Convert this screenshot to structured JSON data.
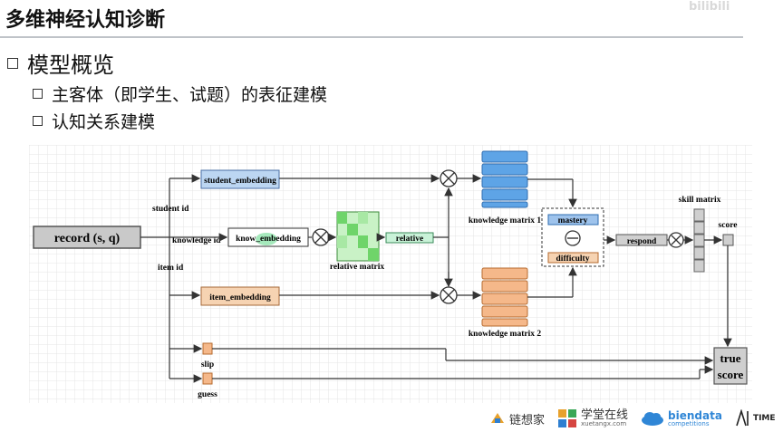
{
  "slide": {
    "title": "多维神经认知诊断",
    "bullet_main": "模型概览",
    "bullet_sub1": "主客体（即学生、试题）的表征建模",
    "bullet_sub2": "认知关系建模"
  },
  "diagram": {
    "record": "record (s, q)",
    "student_id": "student id",
    "knowledge_id": "knowledge id",
    "item_id": "item id",
    "student_embedding": "student_embedding",
    "know_embedding": "know_embedding",
    "item_embedding": "item_embedding",
    "relative": "relative",
    "relative_matrix": "relative matrix",
    "knowledge_matrix_1": "knowledge matrix 1",
    "knowledge_matrix_2": "knowledge matrix 2",
    "mastery": "mastery",
    "difficulty": "difficulty",
    "respond": "respond",
    "skill_matrix": "skill matrix",
    "score": "score",
    "true_score_1": "true",
    "true_score_2": "score",
    "slip": "slip",
    "guess": "guess",
    "colors": {
      "blue": "#9ec3ec",
      "orange": "#f6c9a0",
      "green": "#8fe08a",
      "gray": "#d0d0d0"
    }
  },
  "logos": {
    "lianxiangjia": "链想家",
    "xuetang": "学堂在线",
    "xuetang_url": "xuetangx.com",
    "biendata": "biendata",
    "biendata_sub": "competitions",
    "aitime": "TIME"
  },
  "watermark": "bilibili"
}
